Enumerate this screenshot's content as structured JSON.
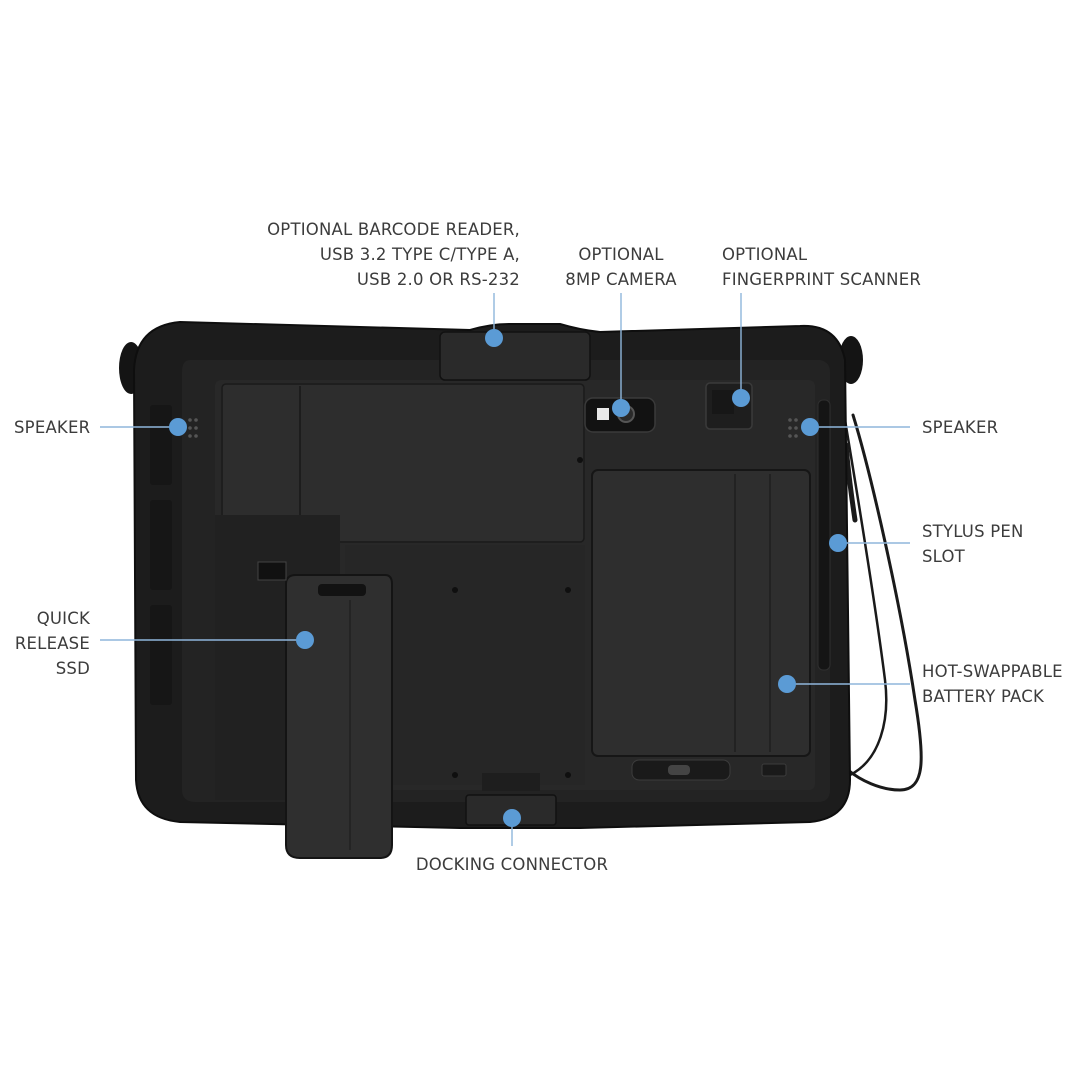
{
  "colors": {
    "accent": "#5b9bd5",
    "device_body": "#1c1c1c",
    "device_panel": "#262626",
    "label_text": "#3c3c3c",
    "leader_line": "#8fb6dc"
  },
  "callouts": {
    "barcode": [
      "OPTIONAL BARCODE READER,",
      "USB 3.2 TYPE C/TYPE A,",
      "USB 2.0 OR RS-232"
    ],
    "camera": [
      "OPTIONAL",
      "8MP CAMERA"
    ],
    "fingerprint": [
      "OPTIONAL",
      "FINGERPRINT SCANNER"
    ],
    "speaker_left": [
      "SPEAKER"
    ],
    "speaker_right": [
      "SPEAKER"
    ],
    "stylus": [
      "STYLUS PEN",
      "SLOT"
    ],
    "ssd": [
      "QUICK",
      "RELEASE",
      "SSD"
    ],
    "battery": [
      "HOT-SWAPPABLE",
      "BATTERY PACK"
    ],
    "docking": [
      "DOCKING CONNECTOR"
    ]
  }
}
